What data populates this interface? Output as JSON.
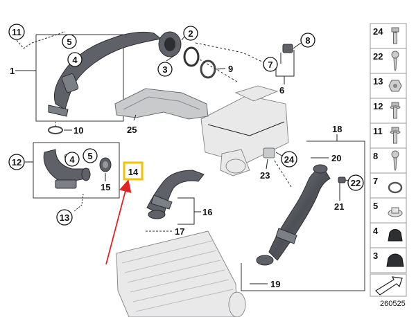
{
  "diagram_id": "260525",
  "callouts": {
    "c11": "11",
    "c5a": "5",
    "c4a": "4",
    "c2": "2",
    "c3": "3",
    "c1": "1",
    "c8": "8",
    "c7": "7",
    "c6": "6",
    "c9": "9",
    "c10": "10",
    "c25": "25",
    "c12": "12",
    "c4b": "4",
    "c5b": "5",
    "c15": "15",
    "c13": "13",
    "c14": "14",
    "c16": "16",
    "c17": "17",
    "c18": "18",
    "c20": "20",
    "c24": "24",
    "c23": "23",
    "c22": "22",
    "c21": "21",
    "c19": "19"
  },
  "legend": [
    {
      "label": "24"
    },
    {
      "label": "22"
    },
    {
      "label": "13"
    },
    {
      "label": "12"
    },
    {
      "label": "11"
    },
    {
      "label": "8"
    },
    {
      "label": "7"
    },
    {
      "label": "5"
    },
    {
      "label": "4"
    },
    {
      "label": "3"
    }
  ],
  "colors": {
    "highlight": "#f2c200",
    "arrow": "#e32222"
  }
}
